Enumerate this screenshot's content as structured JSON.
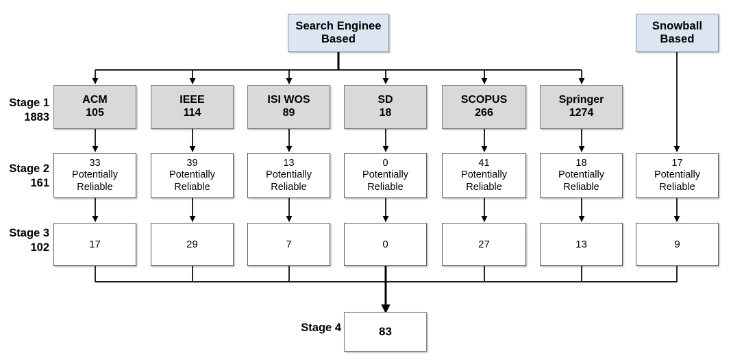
{
  "diagram": {
    "title_hidden": "",
    "sources": [
      {
        "id": "search-engine-based",
        "line1": "Search Enginee",
        "line2": "Based"
      },
      {
        "id": "snowball-based",
        "line1": "Snowball",
        "line2": "Based"
      }
    ],
    "stage_labels": [
      {
        "name": "Stage 1",
        "count": "1883"
      },
      {
        "name": "Stage 2",
        "count": "161"
      },
      {
        "name": "Stage 3",
        "count": "102"
      },
      {
        "name": "Stage 4",
        "count": ""
      }
    ],
    "stage4_label": "Stage 4",
    "columns": [
      {
        "key": "acm",
        "stage1_name": "ACM",
        "stage1_count": "105",
        "stage2_count": "33",
        "stage2_line2": "Potentially",
        "stage2_line3": "Reliable",
        "stage3_count": "17"
      },
      {
        "key": "ieee",
        "stage1_name": "IEEE",
        "stage1_count": "114",
        "stage2_count": "39",
        "stage2_line2": "Potentially",
        "stage2_line3": "Reliable",
        "stage3_count": "29"
      },
      {
        "key": "isi-wos",
        "stage1_name": "ISI WOS",
        "stage1_count": "89",
        "stage2_count": "13",
        "stage2_line2": "Potentially",
        "stage2_line3": "Reliable",
        "stage3_count": "7"
      },
      {
        "key": "sd",
        "stage1_name": "SD",
        "stage1_count": "18",
        "stage2_count": "0",
        "stage2_line2": "Potentially",
        "stage2_line3": "Reliable",
        "stage3_count": "0"
      },
      {
        "key": "scopus",
        "stage1_name": "SCOPUS",
        "stage1_count": "266",
        "stage2_count": "41",
        "stage2_line2": "Potentially",
        "stage2_line3": "Reliable",
        "stage3_count": "27"
      },
      {
        "key": "springer",
        "stage1_name": "Springer",
        "stage1_count": "1274",
        "stage2_count": "18",
        "stage2_line2": "Potentially",
        "stage2_line3": "Reliable",
        "stage3_count": "13"
      },
      {
        "key": "snowball",
        "stage1_name": "",
        "stage1_count": "",
        "stage2_count": "17",
        "stage2_line2": "Potentially",
        "stage2_line3": "Reliable",
        "stage3_count": "9"
      }
    ],
    "final": {
      "count": "83"
    },
    "colors": {
      "source_fill": "#dce6f2",
      "stage1_fill": "#d9d9d9",
      "box_fill": "#ffffff",
      "edge_stroke": "#000000",
      "border": "#808080"
    }
  }
}
